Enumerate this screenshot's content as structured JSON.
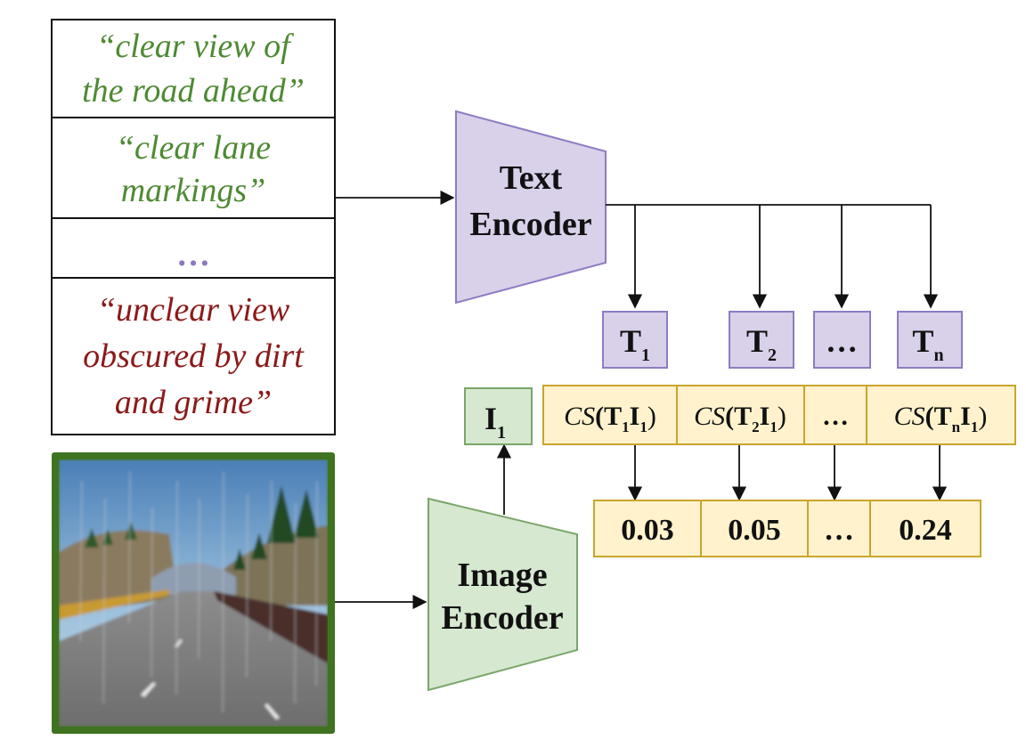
{
  "prompts": {
    "items": [
      {
        "lines": [
          "“clear view of",
          "the road ahead”"
        ],
        "color": "#4e8a34"
      },
      {
        "lines": [
          "“clear  lane",
          "markings”"
        ],
        "color": "#4e8a34"
      },
      {
        "lines": [
          "…"
        ],
        "color": "#8c78c0"
      },
      {
        "lines": [
          "“unclear  view",
          "obscured by dirt",
          "and grime”"
        ],
        "color": "#8b1a1a"
      }
    ]
  },
  "text_encoder": {
    "line1": "Text",
    "line2": "Encoder"
  },
  "image_encoder": {
    "line1": "Image",
    "line2": "Encoder"
  },
  "text_tokens": [
    {
      "main": "T",
      "sub": "1"
    },
    {
      "main": "T",
      "sub": "2"
    },
    {
      "main": "…",
      "sub": ""
    },
    {
      "main": "T",
      "sub": "n"
    }
  ],
  "image_token": {
    "main": "I",
    "sub": "1"
  },
  "similarity": {
    "prefix": "CS",
    "cells": [
      {
        "t_sub": "1",
        "i_sub": "1"
      },
      {
        "t_sub": "2",
        "i_sub": "1"
      },
      {
        "ellipsis": "…"
      },
      {
        "t_sub": "n",
        "i_sub": "1"
      }
    ]
  },
  "scores": [
    "0.03",
    "0.05",
    "…",
    "0.24"
  ],
  "colors": {
    "encoder_text_fill": "#d9d0ea",
    "encoder_text_stroke": "#8e7cc3",
    "encoder_image_fill": "#d6e8d0",
    "encoder_image_stroke": "#7aa66a",
    "token_text_fill": "#d9d0ea",
    "token_image_fill": "#d6e8d0",
    "cs_fill": "#fff2cc",
    "cs_stroke": "#c9a52c",
    "image_frame": "#3f7320"
  }
}
